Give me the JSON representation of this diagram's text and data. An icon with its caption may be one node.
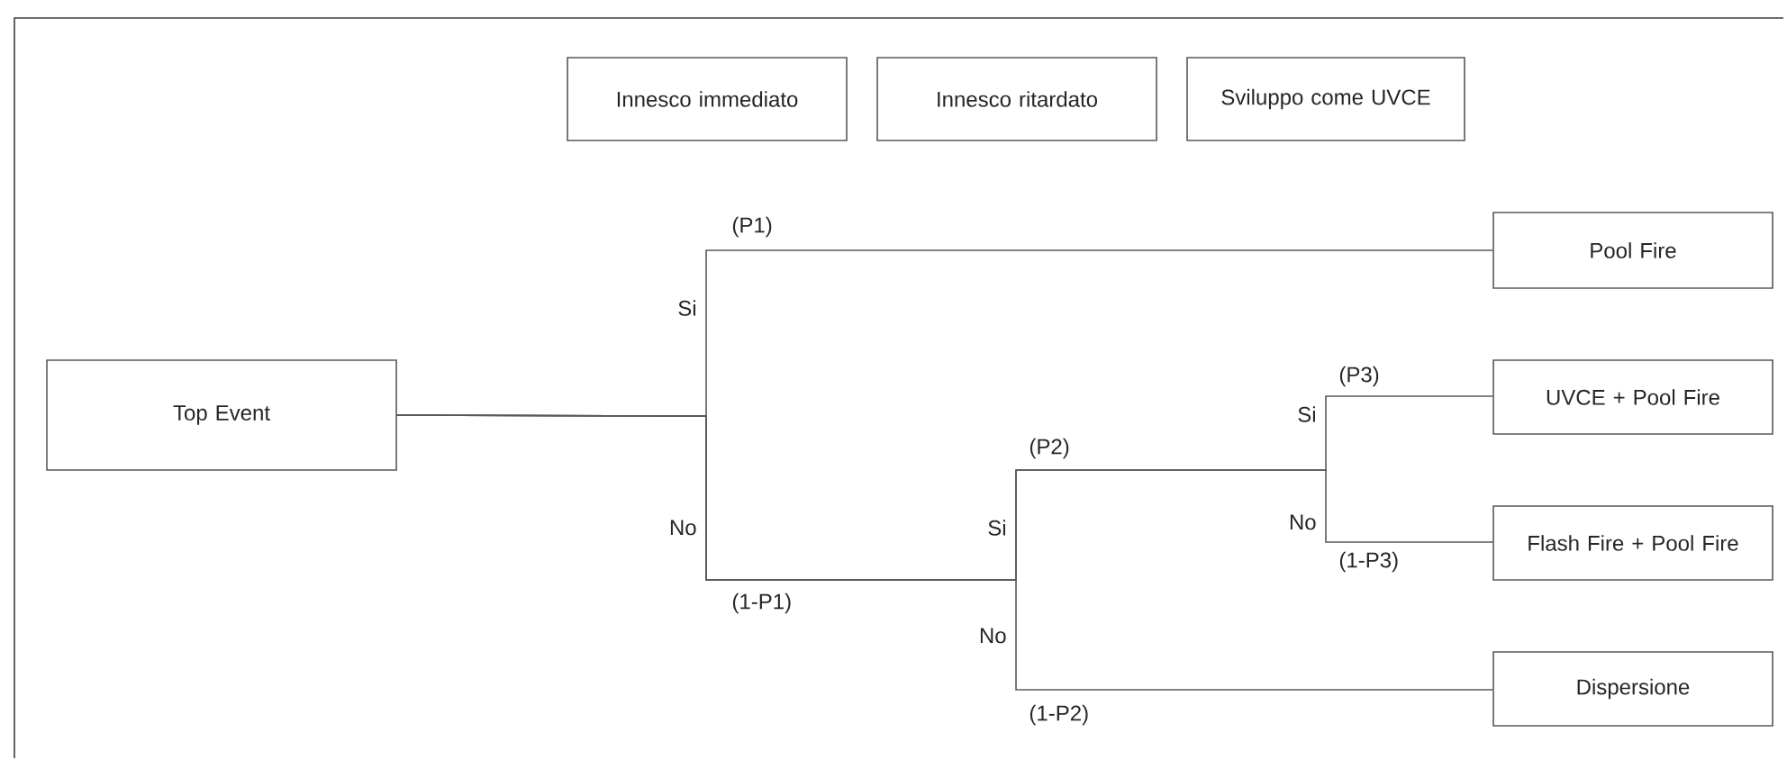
{
  "diagram": {
    "nodes": [
      {
        "text": [
          "Innesco immediato"
        ]
      },
      {
        "text": [
          "Innesco ritardato"
        ]
      },
      {
        "text": [
          "Sviluppo come UVCE"
        ]
      },
      {
        "text": [
          "Top Event"
        ]
      },
      {
        "text": [
          "Pool Fire"
        ]
      },
      {
        "text": [
          "UVCE + Pool Fire"
        ]
      },
      {
        "text": [
          "Flash Fire + Pool Fire"
        ]
      },
      {
        "text": [
          "Dispersione"
        ]
      }
    ],
    "edges": [
      {
        "from": 3,
        "to": 4,
        "arrow": "none"
      },
      {
        "from": 3,
        "to": 5,
        "arrow": "none"
      },
      {
        "from": 3,
        "to": 6,
        "arrow": "none"
      },
      {
        "from": 3,
        "to": 7,
        "arrow": "none"
      }
    ],
    "labels": [
      "(P1)",
      "Si",
      "No",
      "(1-P1)",
      "(P2)",
      "Si",
      "No",
      "(1-P2)",
      "(P3)",
      "Si",
      "No",
      "(1-P3)"
    ]
  }
}
